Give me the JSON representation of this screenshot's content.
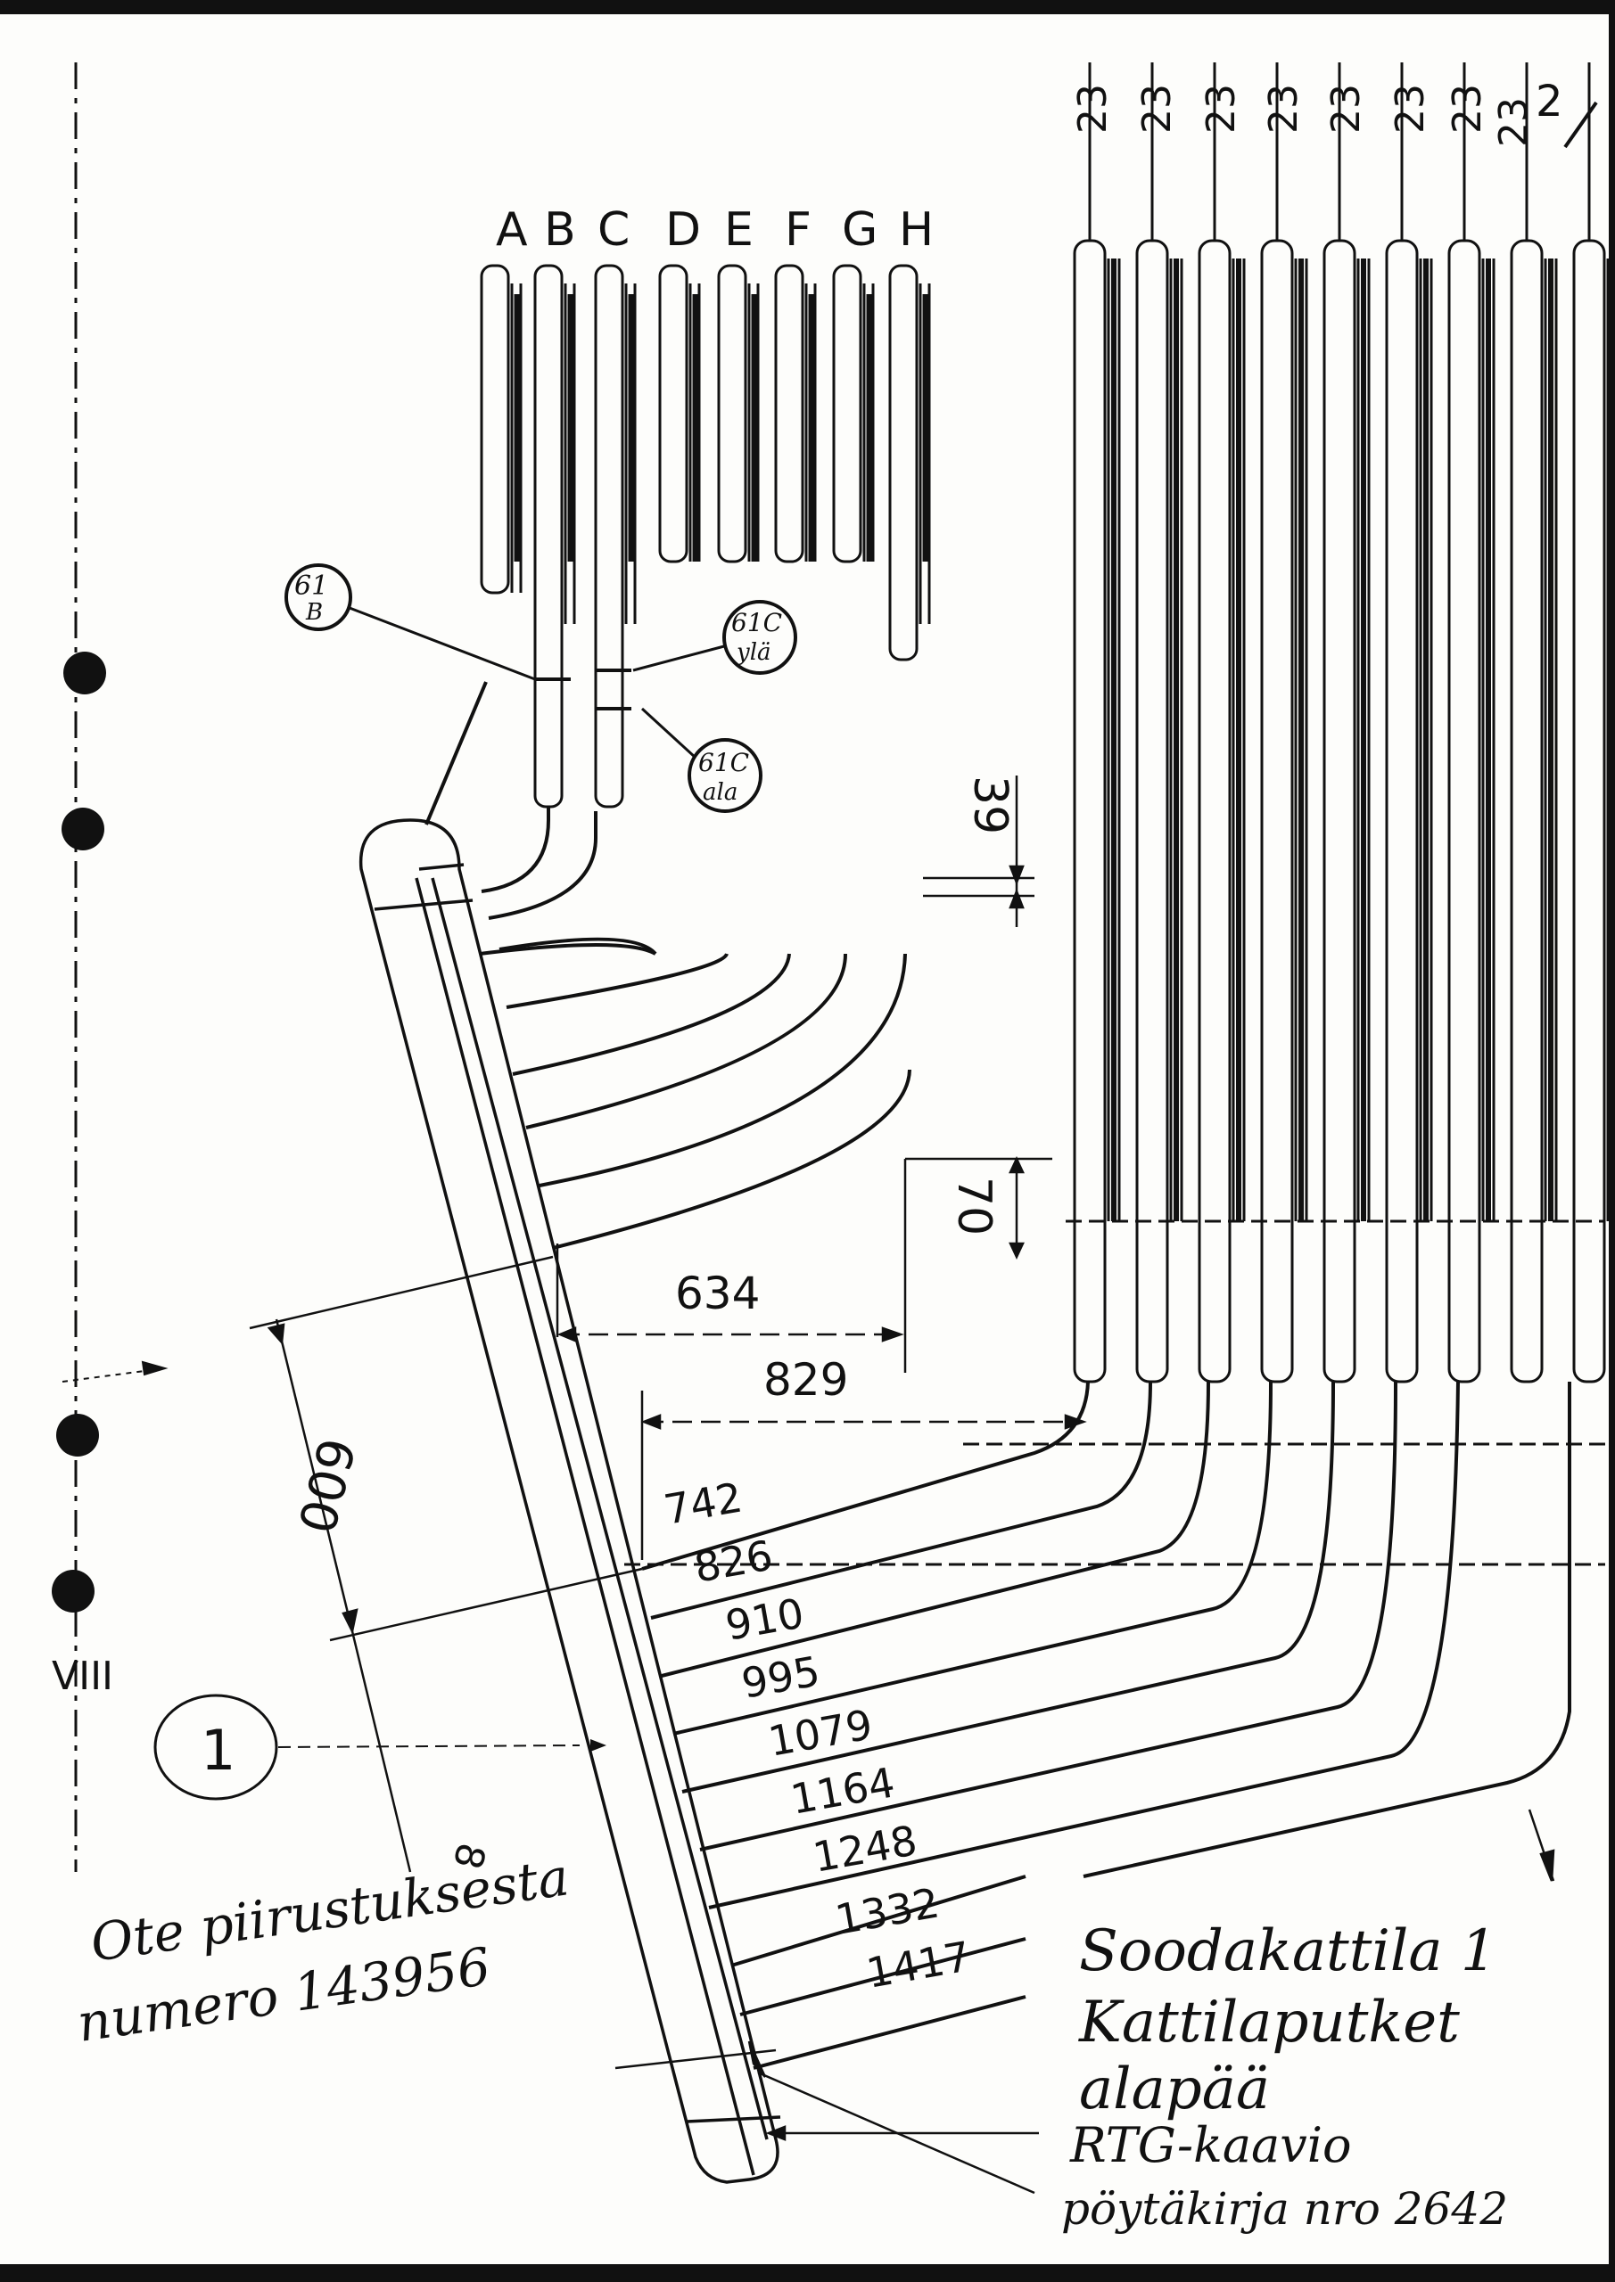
{
  "column_labels": [
    "A",
    "B",
    "C",
    "D",
    "E",
    "F",
    "G",
    "H"
  ],
  "top_labels": [
    "23",
    "23",
    "23",
    "23",
    "23",
    "23",
    "23",
    "23",
    "2"
  ],
  "callouts": [
    {
      "line1": "61",
      "line2": "B"
    },
    {
      "line1": "61C",
      "line2": "ylä"
    },
    {
      "line1": "61C",
      "line2": "ala"
    }
  ],
  "section_marker": "1",
  "left_margin_text": "VIII",
  "dimensions": {
    "d39": "39",
    "d70": "70",
    "d634": "634",
    "d829": "829",
    "d600": "600",
    "d8": "8",
    "tube_lengths": [
      "742",
      "826",
      "910",
      "995",
      "1079",
      "1164",
      "1248",
      "1332",
      "1417"
    ]
  },
  "note_left": {
    "line1": "Ote piirustuksesta",
    "line2": "numero 143956"
  },
  "note_right": {
    "line1": "Soodakattila 1",
    "line2": "Kattilaputket",
    "line3": "alapää",
    "line4": "RTG-kaavio",
    "line5": "pöytäkirja nro 2642"
  },
  "colors": {
    "ink": "#111111",
    "paper": "#fdfdfb"
  }
}
